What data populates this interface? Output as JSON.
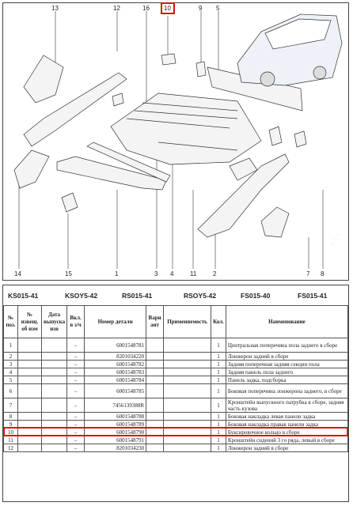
{
  "diagram": {
    "callouts": [
      {
        "id": "c13",
        "text": "13"
      },
      {
        "id": "c12",
        "text": "12"
      },
      {
        "id": "c16",
        "text": "16"
      },
      {
        "id": "c10",
        "text": "10"
      },
      {
        "id": "c9",
        "text": "9"
      },
      {
        "id": "c5",
        "text": "5"
      },
      {
        "id": "c14",
        "text": "14"
      },
      {
        "id": "c15",
        "text": "15"
      },
      {
        "id": "c1",
        "text": "1"
      },
      {
        "id": "c3",
        "text": "3"
      },
      {
        "id": "c4",
        "text": "4"
      },
      {
        "id": "c11",
        "text": "11"
      },
      {
        "id": "c2",
        "text": "2"
      },
      {
        "id": "c7",
        "text": "7"
      },
      {
        "id": "c8",
        "text": "8"
      }
    ],
    "selected_callout": "10"
  },
  "codes": [
    "KS015-41",
    "KSOY5-42",
    "RS015-41",
    "RSOY5-42",
    "FS015-40",
    "FS015-41"
  ],
  "table": {
    "headers": [
      "№ поз.",
      "№ извещ. об изм",
      "Дата выпуска изв",
      "Вкл. в з/ч",
      "Номер детали",
      "Вари ант",
      "Применяемость",
      "Кол.",
      "Наименование"
    ],
    "rows": [
      {
        "pos": "1",
        "incl": "–",
        "part": "6001548781",
        "qty": "1",
        "name": "Центральная поперечина пола заднего в сборе"
      },
      {
        "pos": "2",
        "incl": "–",
        "part": "8201034220",
        "qty": "1",
        "name": "Лонжерон задний в сборе"
      },
      {
        "pos": "3",
        "incl": "–",
        "part": "6001548782",
        "qty": "1",
        "name": "Задняя поперечная задняя секции пола"
      },
      {
        "pos": "4",
        "incl": "–",
        "part": "6001548783",
        "qty": "1",
        "name": "Задняя панель пола заднего"
      },
      {
        "pos": "5",
        "incl": "–",
        "part": "6001548784",
        "qty": "1",
        "name": "Панель задка, подсборка"
      },
      {
        "pos": "6",
        "incl": "–",
        "part": "6001548785",
        "qty": "1",
        "name": "Боковая поперечина лонжерона заднего, в сборе"
      },
      {
        "pos": "7",
        "incl": "–",
        "part": "7456139388R",
        "qty": "1",
        "name": "Кронштейн выпускного патрубка в сборе, задняя часть кузова"
      },
      {
        "pos": "8",
        "incl": "–",
        "part": "6001548788",
        "qty": "1",
        "name": "Боковая накладка левая панели задка"
      },
      {
        "pos": "9",
        "incl": "–",
        "part": "6001548789",
        "qty": "1",
        "name": "Боковая накладка правая панели задка"
      },
      {
        "pos": "10",
        "incl": "–",
        "part": "6001548790",
        "qty": "1",
        "name": "Буксировочное кольцо в сборе"
      },
      {
        "pos": "11",
        "incl": "–",
        "part": "6001548791",
        "qty": "1",
        "name": "Кронштейн сидений 3 го ряда, левый в сборе"
      },
      {
        "pos": "12",
        "incl": "–",
        "part": "8201034230",
        "qty": "1",
        "name": "Лонжерон задний в сборе"
      }
    ],
    "highlighted_pos": "10"
  },
  "colors": {
    "highlight": "#dd1111",
    "line": "#333333"
  }
}
